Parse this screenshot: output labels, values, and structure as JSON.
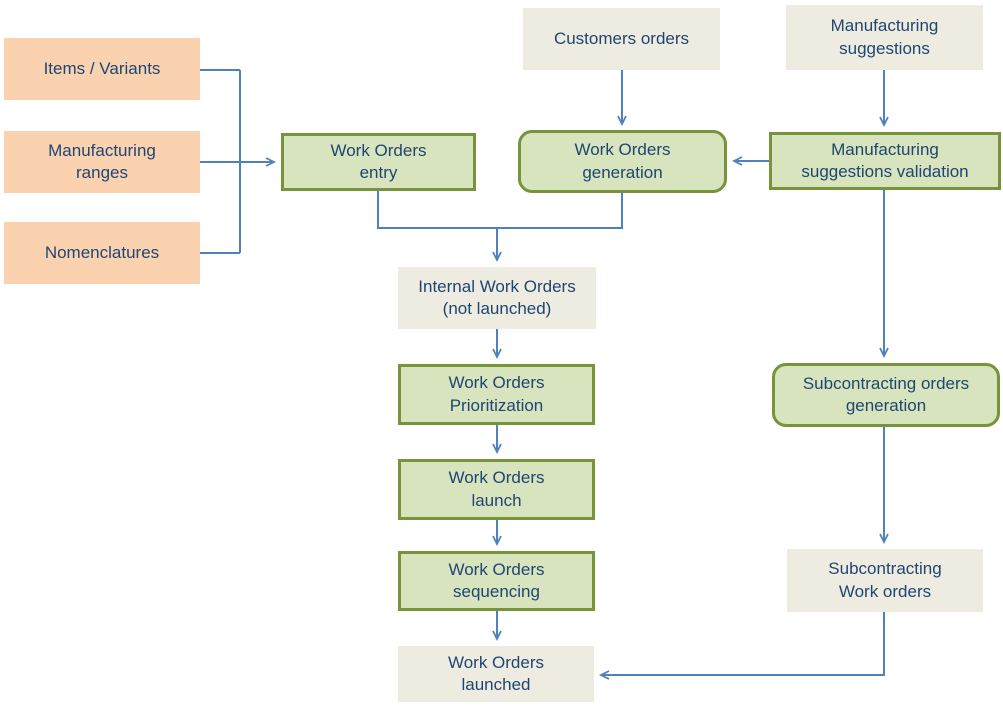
{
  "colors": {
    "peach_fill": "#FBD2B0",
    "beige_fill": "#EEECE1",
    "green_fill": "#D7E4BD",
    "green_border": "#77933C",
    "connector_blue": "#4F81BD",
    "text_navy": "#1F4572"
  },
  "nodes": {
    "items_variants": {
      "label": "Items / Variants"
    },
    "manufacturing_ranges": {
      "label": "Manufacturing\nranges"
    },
    "nomenclatures": {
      "label": "Nomenclatures"
    },
    "customers_orders": {
      "label": "Customers orders"
    },
    "manufacturing_suggestions": {
      "label": "Manufacturing\nsuggestions"
    },
    "work_orders_entry": {
      "label": "Work Orders\nentry"
    },
    "work_orders_generation": {
      "label": "Work Orders\ngeneration"
    },
    "manufacturing_suggestions_validation": {
      "label": "Manufacturing\nsuggestions validation"
    },
    "internal_work_orders": {
      "label": "Internal Work Orders\n(not launched)"
    },
    "work_orders_prioritization": {
      "label": "Work Orders\nPrioritization"
    },
    "work_orders_launch": {
      "label": "Work Orders\nlaunch"
    },
    "work_orders_sequencing": {
      "label": "Work Orders\nsequencing"
    },
    "work_orders_launched": {
      "label": "Work Orders\nlaunched"
    },
    "subcontracting_orders_generation": {
      "label": "Subcontracting orders\ngeneration"
    },
    "subcontracting_work_orders": {
      "label": "Subcontracting\nWork orders"
    }
  }
}
